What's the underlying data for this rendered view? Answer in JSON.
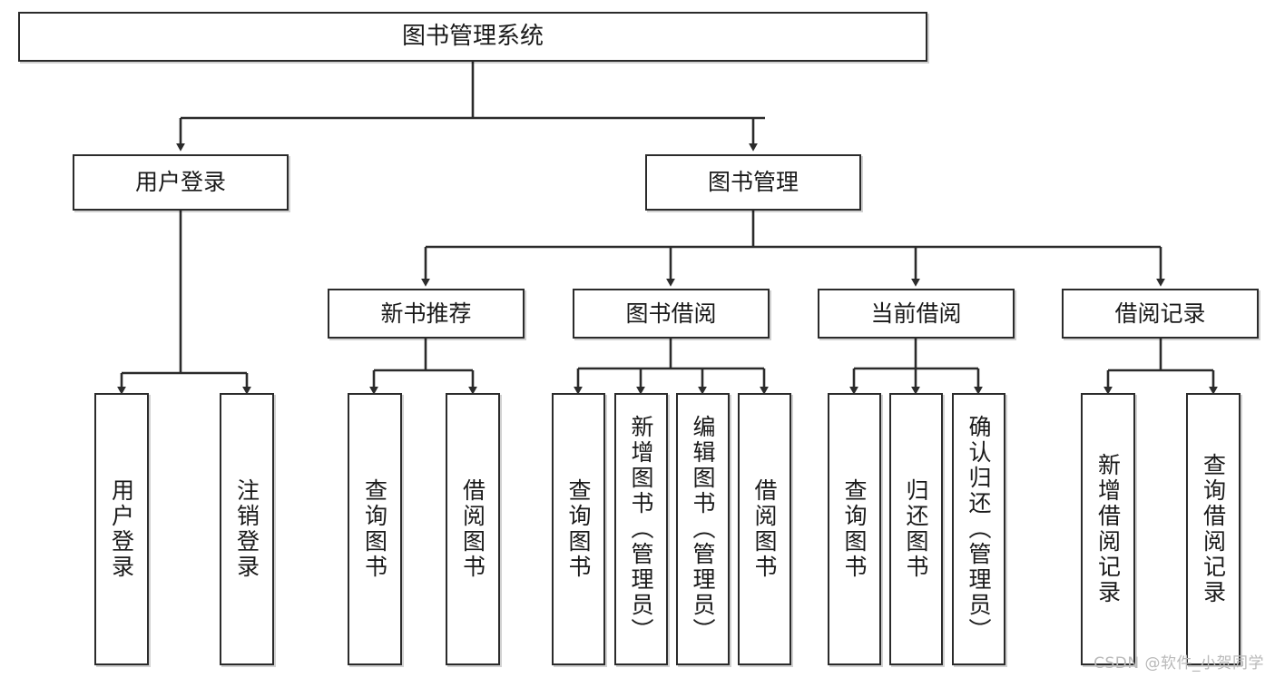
{
  "diagram": {
    "title": "图书管理系统",
    "watermark": "CSDN @软件_小贺同学",
    "colors": {
      "box_border": "#2b2b2b",
      "box_fill": "#ffffff",
      "edge": "#2b2b2b",
      "text": "#1a1a1a",
      "watermark": "#b9b9b9"
    },
    "root": {
      "label": "图书管理系统"
    },
    "level2": [
      {
        "label": "用户登录"
      },
      {
        "label": "图书管理"
      }
    ],
    "level3": [
      {
        "label": "新书推荐"
      },
      {
        "label": "图书借阅"
      },
      {
        "label": "当前借阅"
      },
      {
        "label": "借阅记录"
      }
    ],
    "leaves": {
      "user_login": [
        {
          "label": "用户登录"
        },
        {
          "label": "注销登录"
        }
      ],
      "new_book": [
        {
          "label": "查询图书"
        },
        {
          "label": "借阅图书"
        }
      ],
      "book_borrow": [
        {
          "label": "查询图书"
        },
        {
          "label": "新增图书（管理员）"
        },
        {
          "label": "编辑图书（管理员）"
        },
        {
          "label": "借阅图书"
        }
      ],
      "current_borrow": [
        {
          "label": "查询图书"
        },
        {
          "label": "归还图书"
        },
        {
          "label": "确认归还（管理员）"
        }
      ],
      "borrow_record": [
        {
          "label": "新增借阅记录"
        },
        {
          "label": "查询借阅记录"
        }
      ]
    }
  }
}
